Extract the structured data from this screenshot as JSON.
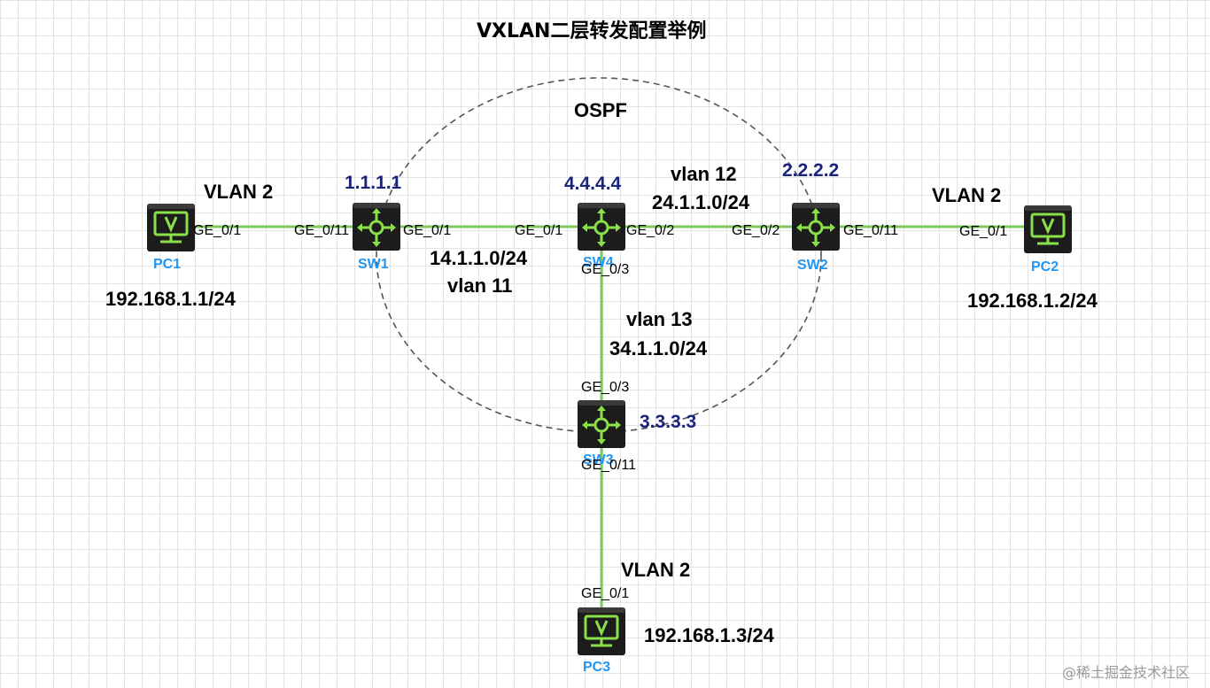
{
  "title": "VXLAN二层转发配置举例",
  "area_label": "OSPF",
  "watermark": "@稀土掘金技术社区",
  "devices": {
    "pc1": {
      "name": "PC1",
      "ip": "192.168.1.1/24",
      "vlan": "VLAN 2",
      "port": "GE_0/1"
    },
    "pc2": {
      "name": "PC2",
      "ip": "192.168.1.2/24",
      "vlan": "VLAN 2",
      "port": "GE_0/1"
    },
    "pc3": {
      "name": "PC3",
      "ip": "192.168.1.3/24",
      "vlan": "VLAN 2",
      "port": "GE_0/1"
    },
    "sw1": {
      "name": "SW1",
      "router_id": "1.1.1.1",
      "port_pc": "GE_0/11",
      "port_sw4": "GE_0/1"
    },
    "sw2": {
      "name": "SW2",
      "router_id": "2.2.2.2",
      "port_sw4": "GE_0/2",
      "port_pc": "GE_0/11"
    },
    "sw3": {
      "name": "SW3",
      "router_id": "3.3.3.3",
      "port_sw4": "GE_0/3",
      "port_pc": "GE_0/11"
    },
    "sw4": {
      "name": "SW4",
      "router_id": "4.4.4.4",
      "port_sw1": "GE_0/1",
      "port_sw2": "GE_0/2",
      "port_sw3": "GE_0/3"
    }
  },
  "links": {
    "sw1_sw4": {
      "vlan": "vlan 11",
      "subnet": "14.1.1.0/24"
    },
    "sw4_sw2": {
      "vlan": "vlan 12",
      "subnet": "24.1.1.0/24"
    },
    "sw4_sw3": {
      "vlan": "vlan 13",
      "subnet": "34.1.1.0/24"
    }
  },
  "colors": {
    "link": "#7dc95e",
    "device_bg": "#1c1c1c",
    "device_accent": "#8be04a",
    "device_name": "#2196f3",
    "router_id": "#1a237e"
  }
}
